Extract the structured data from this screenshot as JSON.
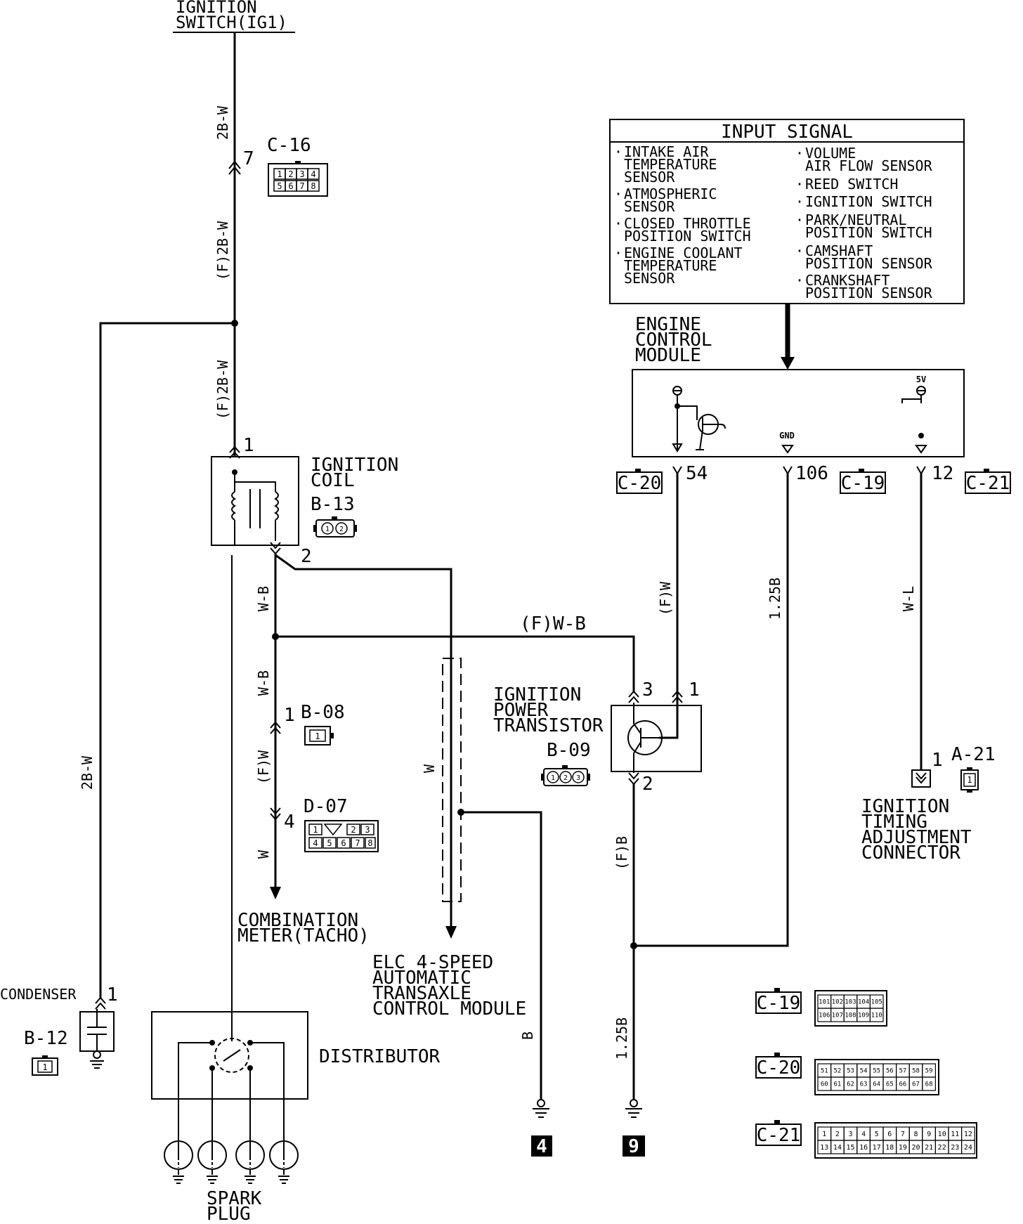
{
  "ignition_switch": {
    "line1": "IGNITION",
    "line2": "SWITCH(IG1)"
  },
  "wires": {
    "w_2bw_top": "2B-W",
    "w_f2bw_a": "(F)2B-W",
    "w_f2bw_b": "(F)2B-W",
    "w_2bw_left": "2B-W",
    "w_wb_1": "W-B",
    "w_wb_2": "W-B",
    "w_fwb": "(F)W-B",
    "w_fw_left": "(F)W",
    "w_w_low": "W",
    "w_w_shield": "W",
    "w_b_gnd4": "B",
    "w_fw_ecm": "(F)W",
    "w_125b_a": "1.25B",
    "w_125b_b": "1.25B",
    "w_fb": "(F)B",
    "w_wl": "W-L"
  },
  "pins": {
    "p_c16_7": "7",
    "p_coil_1": "1",
    "p_coil_2": "2",
    "p_b08_1": "1",
    "p_d07_4": "4",
    "p_pt_3": "3",
    "p_pt_1": "1",
    "p_pt_2": "2",
    "p_ecm_54": "54",
    "p_ecm_106": "106",
    "p_ecm_12": "12",
    "p_a21_1": "1",
    "p_cond_1": "1"
  },
  "connectors": {
    "c16": {
      "name": "C-16",
      "cells": [
        "1",
        "2",
        "3",
        "4",
        "5",
        "6",
        "7",
        "8"
      ]
    },
    "b13": {
      "name": "B-13",
      "cells": [
        "1",
        "2"
      ]
    },
    "b08": {
      "name": "B-08",
      "cells": [
        "1"
      ]
    },
    "d07": {
      "name": "D-07",
      "cells": [
        "1",
        "2",
        "3",
        "4",
        "5",
        "6",
        "7",
        "8"
      ]
    },
    "b09": {
      "name": "B-09",
      "cells": [
        "1",
        "2",
        "3"
      ]
    },
    "a21": {
      "name": "A-21",
      "cells": [
        "1"
      ]
    },
    "b12": {
      "name": "B-12",
      "cells": [
        "1"
      ]
    },
    "c20": {
      "name": "C-20"
    },
    "c19": {
      "name": "C-19"
    },
    "c21": {
      "name": "C-21"
    }
  },
  "pinouts": {
    "c19": {
      "name": "C-19",
      "row1": [
        "101",
        "102",
        "103",
        "104",
        "105"
      ],
      "row2": [
        "106",
        "107",
        "108",
        "109",
        "110"
      ]
    },
    "c20": {
      "name": "C-20",
      "row1": [
        "51",
        "52",
        "53",
        "54",
        "55",
        "56",
        "57",
        "58",
        "59"
      ],
      "row2": [
        "60",
        "61",
        "62",
        "63",
        "64",
        "65",
        "66",
        "67",
        "68"
      ]
    },
    "c21": {
      "name": "C-21",
      "row1": [
        "1",
        "2",
        "3",
        "4",
        "5",
        "6",
        "7",
        "8",
        "9",
        "10",
        "11",
        "12"
      ],
      "row2": [
        "13",
        "14",
        "15",
        "16",
        "17",
        "18",
        "19",
        "20",
        "21",
        "22",
        "23",
        "24"
      ]
    }
  },
  "input_signal": {
    "title": "INPUT SIGNAL",
    "left": [
      [
        "INTAKE AIR",
        "TEMPERATURE",
        "SENSOR"
      ],
      [
        "ATMOSPHERIC",
        "SENSOR"
      ],
      [
        "CLOSED THROTTLE",
        "POSITION SWITCH"
      ],
      [
        "ENGINE COOLANT",
        "TEMPERATURE",
        "SENSOR"
      ]
    ],
    "right": [
      [
        "VOLUME",
        "AIR FLOW SENSOR"
      ],
      [
        "REED SWITCH"
      ],
      [
        "IGNITION SWITCH"
      ],
      [
        "PARK/NEUTRAL",
        "POSITION SWITCH"
      ],
      [
        "CAMSHAFT",
        "POSITION SENSOR"
      ],
      [
        "CRANKSHAFT",
        "POSITION SENSOR"
      ]
    ]
  },
  "ecm": {
    "line1": "ENGINE",
    "line2": "CONTROL",
    "line3": "MODULE",
    "v5": "5V",
    "gnd": "GND"
  },
  "components": {
    "coil": {
      "line1": "IGNITION",
      "line2": "COIL"
    },
    "combination_meter": {
      "line1": "COMBINATION",
      "line2": "METER(TACHO)"
    },
    "elc": {
      "line1": "ELC 4-SPEED",
      "line2": "AUTOMATIC",
      "line3": "TRANSAXLE",
      "line4": "CONTROL MODULE"
    },
    "power_transistor": {
      "line1": "IGNITION",
      "line2": "POWER",
      "line3": "TRANSISTOR"
    },
    "timing_connector": {
      "line1": "IGNITION",
      "line2": "TIMING",
      "line3": "ADJUSTMENT",
      "line4": "CONNECTOR"
    },
    "condenser": {
      "label": "CONDENSER"
    },
    "distributor": {
      "label": "DISTRIBUTOR"
    },
    "spark_plug": {
      "line1": "SPARK",
      "line2": "PLUG"
    }
  },
  "grounds": {
    "g4": "4",
    "g9": "9"
  }
}
